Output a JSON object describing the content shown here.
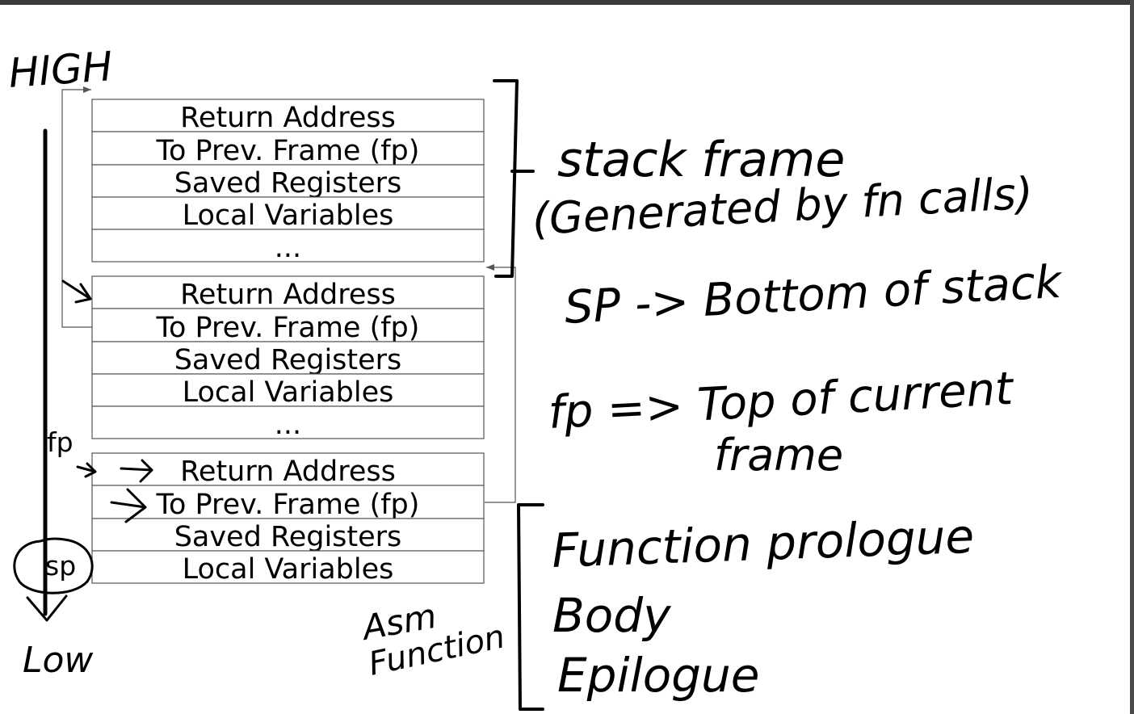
{
  "left_axis": {
    "high_label": "HIGH",
    "low_label": "Low",
    "fp_label": "fp",
    "sp_label": "sp"
  },
  "frames": [
    {
      "rows": [
        "Return Address",
        "To Prev. Frame (fp)",
        "Saved Registers",
        "Local Variables",
        "..."
      ]
    },
    {
      "rows": [
        "Return Address",
        "To Prev. Frame (fp)",
        "Saved Registers",
        "Local Variables",
        "..."
      ]
    },
    {
      "rows": [
        "Return Address",
        "To Prev. Frame (fp)",
        "Saved Registers",
        "Local Variables"
      ]
    }
  ],
  "notes": {
    "stack_frame_line1": "stack frame",
    "stack_frame_line2": "(Generated by fn calls)",
    "sp_note": "SP -> Bottom of stack",
    "fp_note_line1": "fp => Top of current",
    "fp_note_line2": "frame",
    "asm_line1": "Asm",
    "asm_line2": "Function",
    "prologue": "Function prologue",
    "body": "Body",
    "epilogue": "Epilogue"
  },
  "colors": {
    "ink": "#000000",
    "box_border": "#555555",
    "top_bar": "#3a3a3a"
  }
}
